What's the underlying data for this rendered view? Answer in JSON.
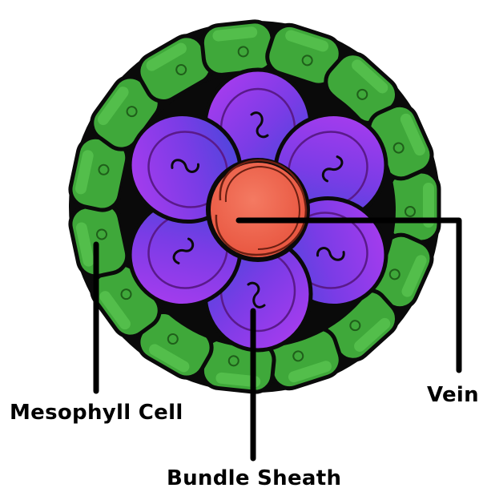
{
  "labels": {
    "mesophyll": "Mesophyll Cell",
    "bundle_sheath": "Bundle Sheath",
    "vein": "Vein"
  },
  "colors": {
    "mesophyll_fill": "#3fa83a",
    "mesophyll_highlight": "#5cc752",
    "bundle_sheath_fill": "#8a2be2",
    "bundle_sheath_inner": "#4a3fd6",
    "vein_fill": "#ef6650",
    "outline": "#0a0a0a",
    "leader_line": "#000000"
  }
}
